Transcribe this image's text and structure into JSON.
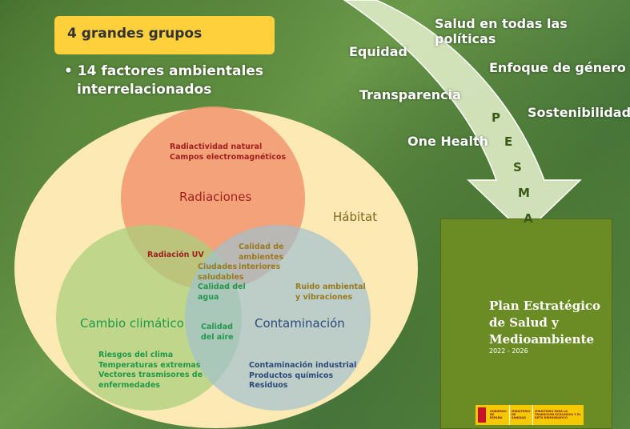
{
  "header": {
    "groups": "4 grandes grupos",
    "factors_line1": "• 14 factores ambientales",
    "factors_line2": "interrelacionados"
  },
  "principles": [
    "Salud en todas las políticas",
    "Equidad",
    "Enfoque de género",
    "Transparencia",
    "Sostenibilidad",
    "One Health"
  ],
  "arrow_letters": [
    "P",
    "E",
    "S",
    "M",
    "A"
  ],
  "diagram": {
    "habitat": "Hábitat",
    "radiaciones": {
      "title": "Radiaciones",
      "items": [
        "Radiactividad natural",
        "Campos electromagnéticos"
      ]
    },
    "cambio": {
      "title": "Cambio climático",
      "items": [
        "Riesgos del clima",
        "Temperaturas extremas",
        "Vectores trasmisores de",
        "enfermedades"
      ]
    },
    "contaminacion": {
      "title": "Contaminación",
      "items": [
        "Contaminación industrial",
        "Productos químicos",
        "Residuos"
      ]
    },
    "radiacion_uv": "Radiación UV",
    "interiores": [
      "Calidad de",
      "ambientes",
      "interiores"
    ],
    "centro": [
      "Ciudades",
      "saludables"
    ],
    "agua": [
      "Calidad del",
      "agua"
    ],
    "aire": [
      "Calidad",
      "del aire"
    ],
    "ruido": [
      "Ruido ambiental",
      "y vibraciones"
    ]
  },
  "plan": {
    "title_lines": [
      "Plan Estratégico",
      "de Salud y",
      "Medioambiente"
    ],
    "years": "2022 - 2026",
    "logos": [
      "GOBIERNO DE ESPAÑA",
      "MINISTERIO DE SANIDAD",
      "MINISTERIO PARA LA TRANSICIÓN ECOLÓGICA Y EL RETO DEMOGRÁFICO"
    ]
  },
  "colors": {
    "yellow": "#fdd03c",
    "habitat": "#fde9b4",
    "radiaciones": "#f39a73",
    "cambio": "#a9cf7d",
    "contaminacion": "#a8c6cf",
    "plan": "#6b8b25"
  }
}
